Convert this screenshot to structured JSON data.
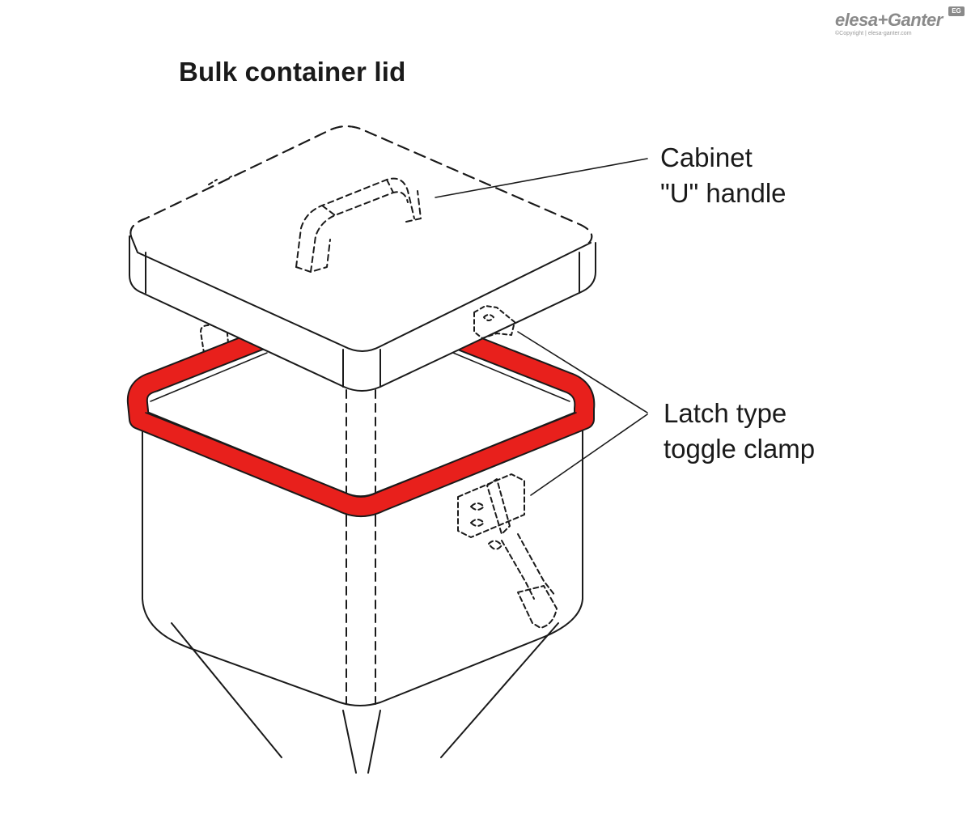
{
  "title": "Bulk container lid",
  "labels": {
    "handle": [
      "Cabinet",
      "\"U\" handle"
    ],
    "clamp": [
      "Latch type",
      "toggle clamp"
    ]
  },
  "logo": {
    "brand": "elesa+Ganter",
    "badge": "EG",
    "copyright": "©Copyright | elesa-ganter.com"
  },
  "colors": {
    "gasket": "#e8201c",
    "line": "#1a1a1a",
    "logo": "#8a8a8a"
  }
}
